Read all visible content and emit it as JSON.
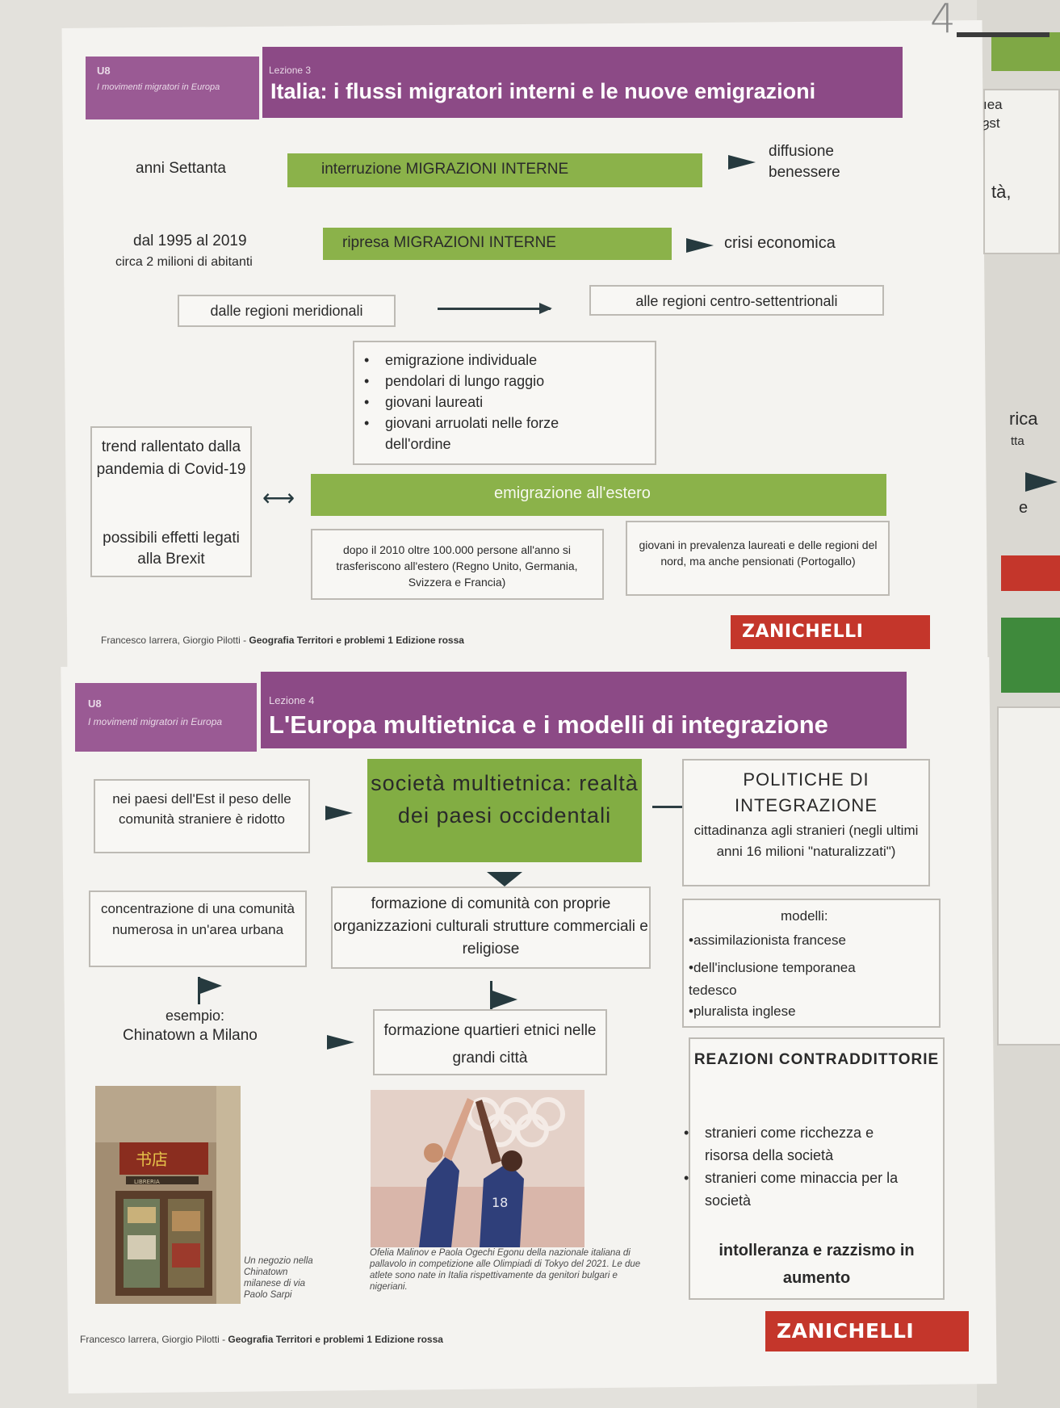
{
  "page_number": "4",
  "side_edge": {
    "ea": "ıea",
    "st": "ȝst",
    "ta": "tà,",
    "rica": "rica",
    "tta": "tta",
    "e": "e"
  },
  "slide1": {
    "unit_code": "U8",
    "unit_title": "I movimenti migratori in Europa",
    "lesson": "Lezione 3",
    "title": "Italia: i flussi migratori interni e le nuove emigrazioni",
    "anni_settanta": "anni Settanta",
    "interruzione": "interruzione MIGRAZIONI INTERNE",
    "diffusione": "diffusione benessere",
    "dal_1995": "dal 1995 al 2019",
    "circa": "circa 2 milioni di abitanti",
    "ripresa": "ripresa MIGRAZIONI INTERNE",
    "crisi": "crisi economica",
    "from_regions": "dalle regioni meridionali",
    "to_regions": "alle regioni centro-settentrionali",
    "bullets": [
      "emigrazione individuale",
      "pendolari di lungo raggio",
      "giovani laureati",
      "giovani arruolati nelle forze dell'ordine"
    ],
    "trend": "trend rallentato dalla pandemia di Covid-19",
    "brexit": "possibili effetti legati alla Brexit",
    "emigrazione_estero": "emigrazione all'estero",
    "dopo_2010": "dopo il 2010 oltre 100.000 persone all'anno si trasferiscono all'estero (Regno Unito, Germania, Svizzera e Francia)",
    "giovani_prevalenza": "giovani in prevalenza laureati e delle regioni del nord, ma anche pensionati (Portogallo)",
    "footer_authors": "Francesco Iarrera, Giorgio Pilotti - ",
    "footer_book": "Geografia Territori e problemi 1 Edizione rossa",
    "publisher": "ZANICHELLI"
  },
  "slide2": {
    "unit_code": "U8",
    "unit_title": "I movimenti migratori in Europa",
    "lesson": "Lezione 4",
    "title": "L'Europa multietnica e i modelli di integrazione",
    "est": "nei paesi dell'Est il peso delle comunità straniere è ridotto",
    "societa": "società multietnica: realtà dei paesi occidentali",
    "politiche": "POLITICHE DI INTEGRAZIONE",
    "cittadinanza": "cittadinanza agli stranieri (negli ultimi anni 16 milioni \"naturalizzati\")",
    "concentrazione": "concentrazione di una comunità numerosa in un'area urbana",
    "formazione_comunita": "formazione di comunità con proprie organizzazioni culturali strutture commerciali e religiose",
    "modelli_title": "modelli:",
    "modelli": [
      "•assimilazionista francese",
      "•dell'inclusione temporanea tedesco",
      "•pluralista inglese"
    ],
    "esempio": "esempio:",
    "chinatown": "Chinatown a Milano",
    "quartieri": "formazione quartieri etnici nelle grandi città",
    "reazioni": "REAZIONI CONTRADDITTORIE",
    "reazioni_bullets": [
      "stranieri come ricchezza e risorsa della società",
      "stranieri come minaccia per la società"
    ],
    "intolleranza": "intolleranza e razzismo in aumento",
    "caption_shop": "Un negozio nella Chinatown milanese di via Paolo Sarpi",
    "caption_volley": "Ofelia Malinov e Paola Ogechi Egonu della nazionale italiana di pallavolo in competizione alle Olimpiadi di Tokyo del 2021. Le due atlete sono nate in Italia rispettivamente da genitori bulgari e nigeriani.",
    "shop_sign": "LIBRERIA",
    "shirt_number": "18",
    "footer_authors": "Francesco Iarrera, Giorgio Pilotti - ",
    "footer_book": "Geografia Territori e problemi 1 Edizione rossa",
    "publisher": "ZANICHELLI"
  },
  "colors": {
    "purple": "#8c4a86",
    "green": "#8bb24a",
    "red": "#c4362b",
    "arrow": "#263a3f"
  }
}
